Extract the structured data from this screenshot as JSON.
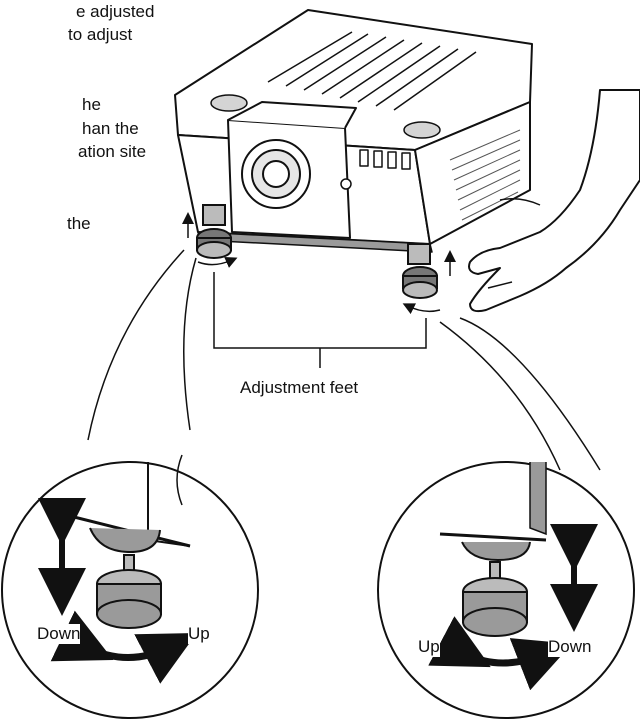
{
  "text_fragments": [
    "e adjusted",
    " to adjust",
    "he",
    "han the",
    "ation site",
    "the"
  ],
  "labels": {
    "adjustment_feet": "Adjustment feet",
    "left_down": "Down",
    "left_up": "Up",
    "right_up": "Up",
    "right_down": "Down"
  },
  "colors": {
    "ink": "#111111",
    "paper": "#ffffff",
    "shade": "#9a9a9a",
    "light": "#d4d4d4"
  }
}
